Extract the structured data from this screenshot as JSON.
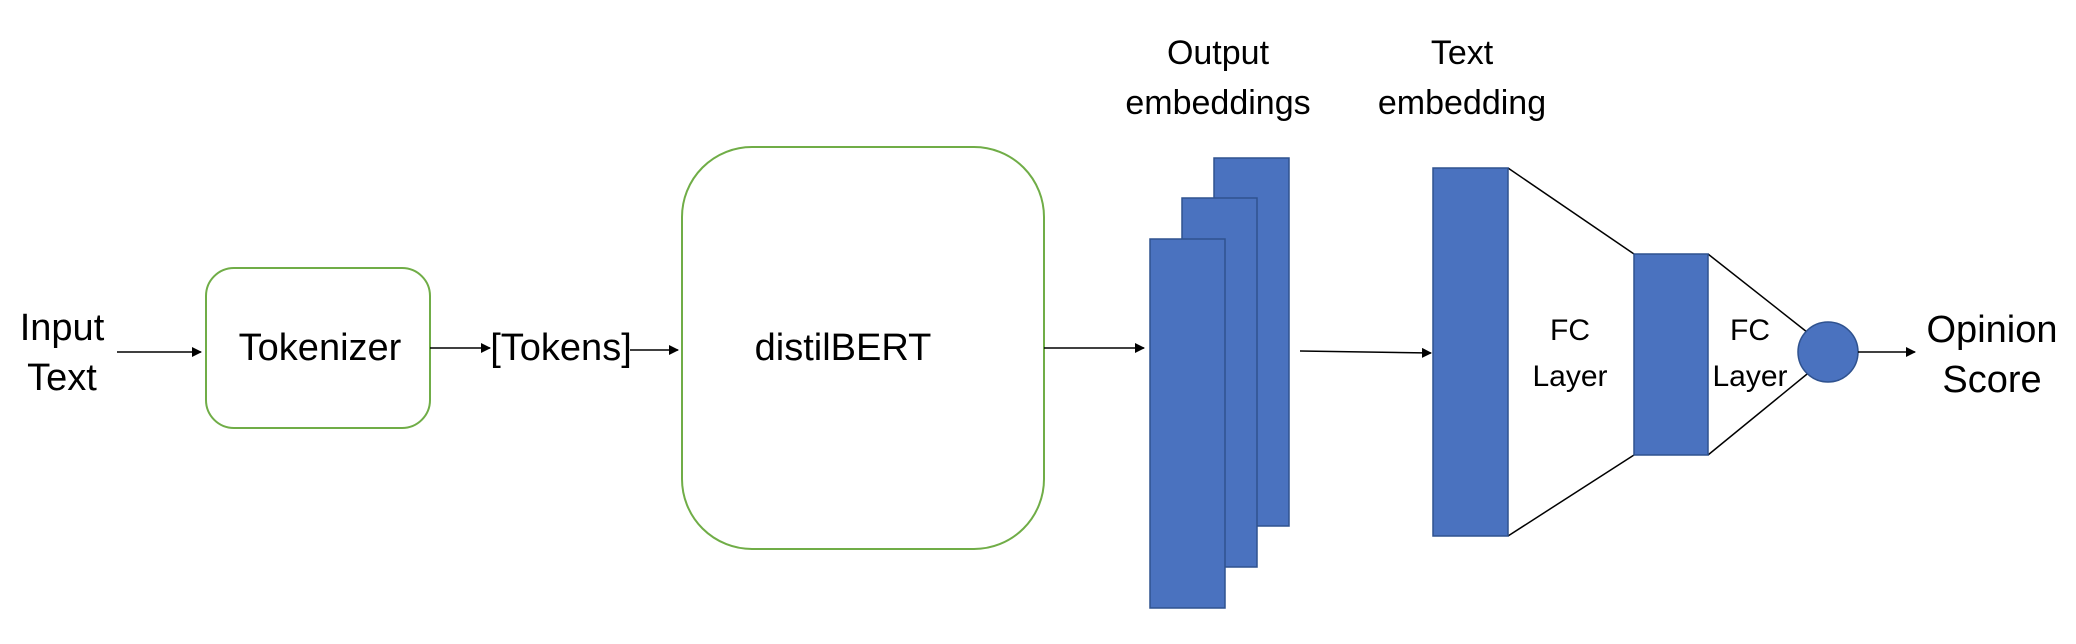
{
  "colors": {
    "block_fill": "#4a72bf",
    "block_stroke": "#2f528f",
    "box_stroke": "#70ad47",
    "arrow": "#000000"
  },
  "input": {
    "line1": "Input",
    "line2": "Text"
  },
  "tokenizer": {
    "label": "Tokenizer"
  },
  "tokens": {
    "label": "[Tokens]"
  },
  "model": {
    "label": "distilBERT"
  },
  "output_embeddings": {
    "line1": "Output",
    "line2": "embeddings"
  },
  "text_embedding": {
    "line1": "Text",
    "line2": "embedding"
  },
  "fc_layer_1": {
    "line1": "FC",
    "line2": "Layer"
  },
  "fc_layer_2": {
    "line1": "FC",
    "line2": "Layer"
  },
  "output": {
    "line1": "Opinion",
    "line2": "Score"
  },
  "icons": {
    "output_node": "circle-node"
  }
}
